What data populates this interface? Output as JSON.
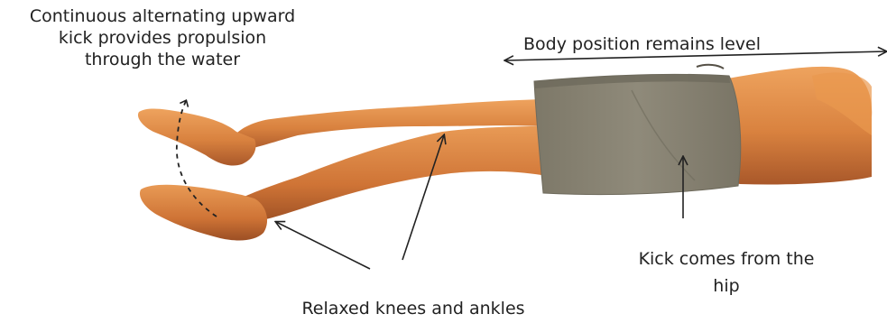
{
  "labels": {
    "propulsion": "Continuous alternating upward\nkick provides propulsion\nthrough the water",
    "body_level": "Body position remains level",
    "hip_kick": "Kick comes from the\nhip",
    "relaxed": "Relaxed knees and ankles"
  },
  "colors": {
    "skin": "#d9823f",
    "skin_shadow": "#a9582a",
    "skin_highlight": "#eea35e",
    "shorts": "#8c8676",
    "shorts_shadow": "#6e6a5c",
    "arrow": "#222222"
  }
}
